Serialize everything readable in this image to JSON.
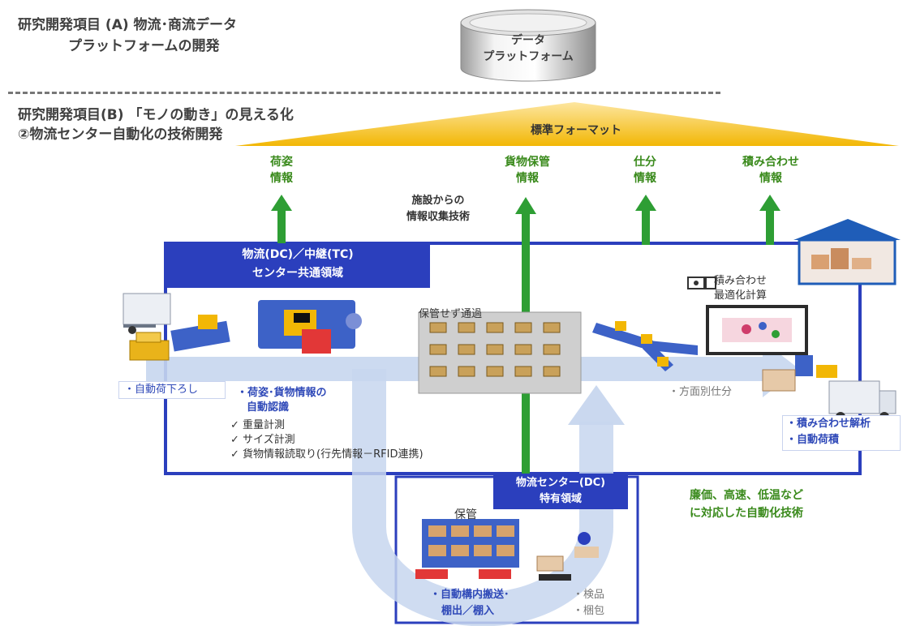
{
  "header": {
    "item_a_line1": "研究開発項目 (A)  物流･商流データ",
    "item_a_line2": "プラットフォームの開発",
    "item_b_line1": "研究開発項目(B) 「モノの動き」の見える化",
    "item_b_line2": "②物流センター自動化の技術開発"
  },
  "platform": {
    "line1": "データ",
    "line2": "プラットフォーム"
  },
  "standard_format": "標準フォーマット",
  "info_labels": [
    {
      "line1": "荷姿",
      "line2": "情報"
    },
    {
      "line1": "貨物保管",
      "line2": "情報"
    },
    {
      "line1": "仕分",
      "line2": "情報"
    },
    {
      "line1": "積み合わせ",
      "line2": "情報"
    }
  ],
  "facility_info": {
    "line1": "施設からの",
    "line2": "情報収集技術"
  },
  "dc_tc": {
    "line1": "物流(DC)／中継(TC)",
    "line2": "センター共通領域"
  },
  "unloading": "・自動荷下ろし",
  "recognition": {
    "line1": "・荷姿･貨物情報の",
    "line2": "自動認識",
    "checks": [
      "✓ 重量計測",
      "✓ サイズ計測",
      "✓ 貨物情報読取り(行先情報－RFID連携)"
    ]
  },
  "passthrough": "保管せず通過",
  "sorting": "・方面別仕分",
  "optimization": {
    "line1": "積み合わせ",
    "line2": "最適化計算"
  },
  "consolidation": {
    "line1": "・積み合わせ解析",
    "line2": "・自動荷積"
  },
  "dc_specific": {
    "line1": "物流センター(DC)",
    "line2": "特有領域"
  },
  "storage": "保管",
  "transport": {
    "line1": "・自動構内搬送･",
    "line2": "棚出／棚入"
  },
  "inspection": {
    "line1": "・検品",
    "line2": "・梱包"
  },
  "automation": {
    "line1": "廉価、高速、低温など",
    "line2": "に対応した自動化技術"
  },
  "colors": {
    "frame_blue": "#2b3fbd",
    "arrow_green": "#2e9e34",
    "flow_light_blue": "#c7d6ee",
    "format_gold": "#f2b705",
    "text_green": "#3a8a1c"
  }
}
